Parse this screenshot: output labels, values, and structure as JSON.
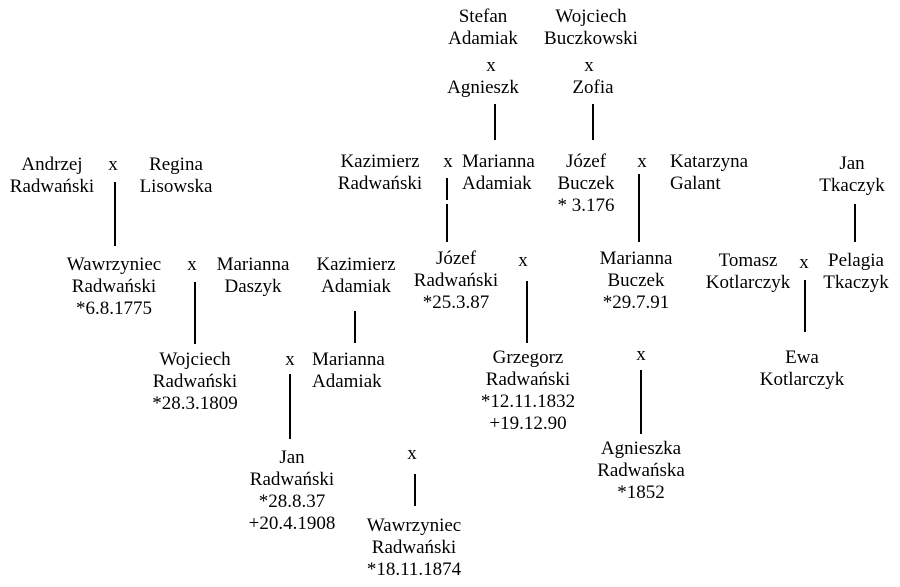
{
  "people": [
    {
      "id": "stefan-adamiak",
      "lines": [
        "Stefan",
        "Adamiak"
      ]
    },
    {
      "id": "wojciech-buczkowski",
      "lines": [
        "Wojciech",
        "Buczkowski"
      ]
    },
    {
      "id": "agnieszka-1",
      "lines": [
        "Agnieszk"
      ]
    },
    {
      "id": "zofia",
      "lines": [
        "Zofia"
      ]
    },
    {
      "id": "andrzej-radwanski",
      "lines": [
        "Andrzej",
        "Radwański"
      ]
    },
    {
      "id": "regina-lisowska",
      "lines": [
        "Regina",
        "Lisowska"
      ]
    },
    {
      "id": "kazimierz-radwanski",
      "lines": [
        "Kazimierz",
        "Radwański"
      ]
    },
    {
      "id": "marianna-adamiak-1",
      "lines": [
        "Marianna",
        "Adamiak"
      ]
    },
    {
      "id": "jozef-buczek",
      "lines": [
        "Józef",
        "Buczek",
        "* 3.176"
      ]
    },
    {
      "id": "katarzyna-galant",
      "lines": [
        "Katarzyna",
        "Galant"
      ]
    },
    {
      "id": "jan-tkaczyk",
      "lines": [
        "Jan",
        "Tkaczyk"
      ]
    },
    {
      "id": "wawrzyniec-radwanski-1",
      "lines": [
        "Wawrzyniec",
        "Radwański",
        "*6.8.1775"
      ]
    },
    {
      "id": "marianna-daszyk",
      "lines": [
        "Marianna",
        "Daszyk"
      ]
    },
    {
      "id": "kazimierz-adamiak",
      "lines": [
        "Kazimierz",
        "Adamiak"
      ]
    },
    {
      "id": "jozef-radwanski",
      "lines": [
        "Józef",
        "Radwański",
        "*25.3.87"
      ]
    },
    {
      "id": "marianna-buczek",
      "lines": [
        "Marianna",
        "Buczek",
        "*29.7.91"
      ]
    },
    {
      "id": "tomasz-kotlarczyk",
      "lines": [
        "Tomasz",
        "Kotlarczyk"
      ]
    },
    {
      "id": "pelagia-tkaczyk",
      "lines": [
        "Pelagia",
        "Tkaczyk"
      ]
    },
    {
      "id": "wojciech-radwanski",
      "lines": [
        "Wojciech",
        "Radwański",
        "*28.3.1809"
      ]
    },
    {
      "id": "marianna-adamiak-2",
      "lines": [
        "Marianna",
        "Adamiak"
      ]
    },
    {
      "id": "grzegorz-radwanski",
      "lines": [
        "Grzegorz",
        "Radwański",
        "*12.11.1832",
        "+19.12.90"
      ]
    },
    {
      "id": "ewa-kotlarczyk",
      "lines": [
        "Ewa",
        "Kotlarczyk"
      ]
    },
    {
      "id": "jan-radwanski",
      "lines": [
        "Jan",
        "Radwański",
        "*28.8.37",
        "+20.4.1908"
      ]
    },
    {
      "id": "agnieszka-radwanska",
      "lines": [
        "Agnieszka",
        "Radwańska",
        "*1852"
      ]
    },
    {
      "id": "wawrzyniec-radwanski-2",
      "lines": [
        "Wawrzyniec",
        "Radwański",
        "*18.11.1874"
      ]
    }
  ],
  "marriage_symbol": "x"
}
